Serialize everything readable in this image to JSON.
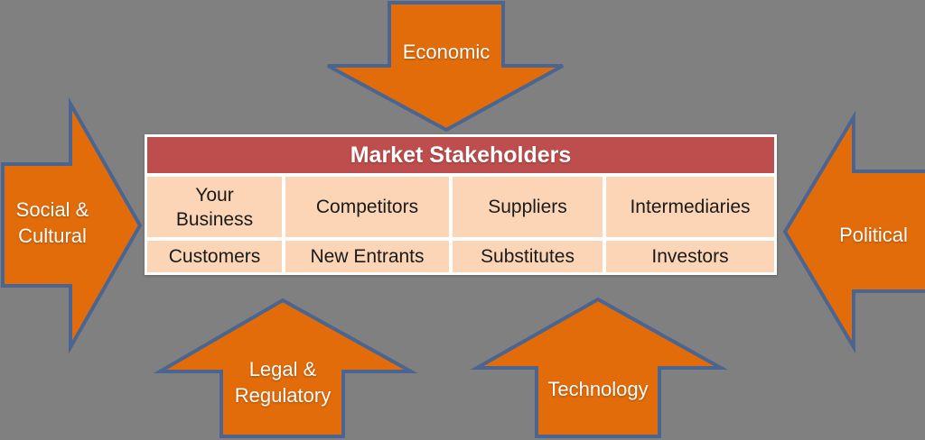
{
  "canvas": {
    "background_color": "#808080",
    "arrow_fill_color": "#E36C0A",
    "arrow_border_color": "#4A6591"
  },
  "arrows": {
    "top": {
      "label": "Economic",
      "direction": "down"
    },
    "left": {
      "label": "Social &\nCultural",
      "direction": "right"
    },
    "right": {
      "label": "Political",
      "direction": "left"
    },
    "bottom_left": {
      "label": "Legal &\nRegulatory",
      "direction": "up"
    },
    "bottom_right": {
      "label": "Technology",
      "direction": "up"
    }
  },
  "table": {
    "title": "Market Stakeholders",
    "header_bg_color": "#BE4E4D",
    "cell_bg_color": "#FBD5B5",
    "rows": [
      [
        "Your\nBusiness",
        "Competitors",
        "Suppliers",
        "Intermediaries"
      ],
      [
        "Customers",
        "New Entrants",
        "Substitutes",
        "Investors"
      ]
    ]
  }
}
